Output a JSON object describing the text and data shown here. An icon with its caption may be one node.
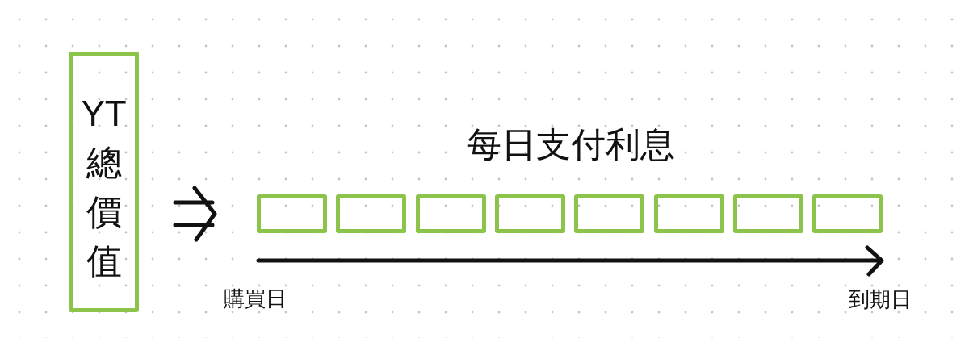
{
  "diagram": {
    "nodes": [
      {
        "text": [
          "YT總價值"
        ]
      },
      {
        "text": [],
        "shape": "box"
      },
      {
        "text": [],
        "shape": "box"
      },
      {
        "text": [],
        "shape": "box"
      },
      {
        "text": [],
        "shape": "box"
      },
      {
        "text": [],
        "shape": "box"
      },
      {
        "text": [],
        "shape": "box"
      },
      {
        "text": [],
        "shape": "box"
      },
      {
        "text": [],
        "shape": "box"
      }
    ],
    "edges": [
      {
        "from": 0,
        "to": 1,
        "arrow": "to"
      }
    ],
    "labels": [
      "每日支付利息",
      "購買日",
      "到期日"
    ]
  }
}
